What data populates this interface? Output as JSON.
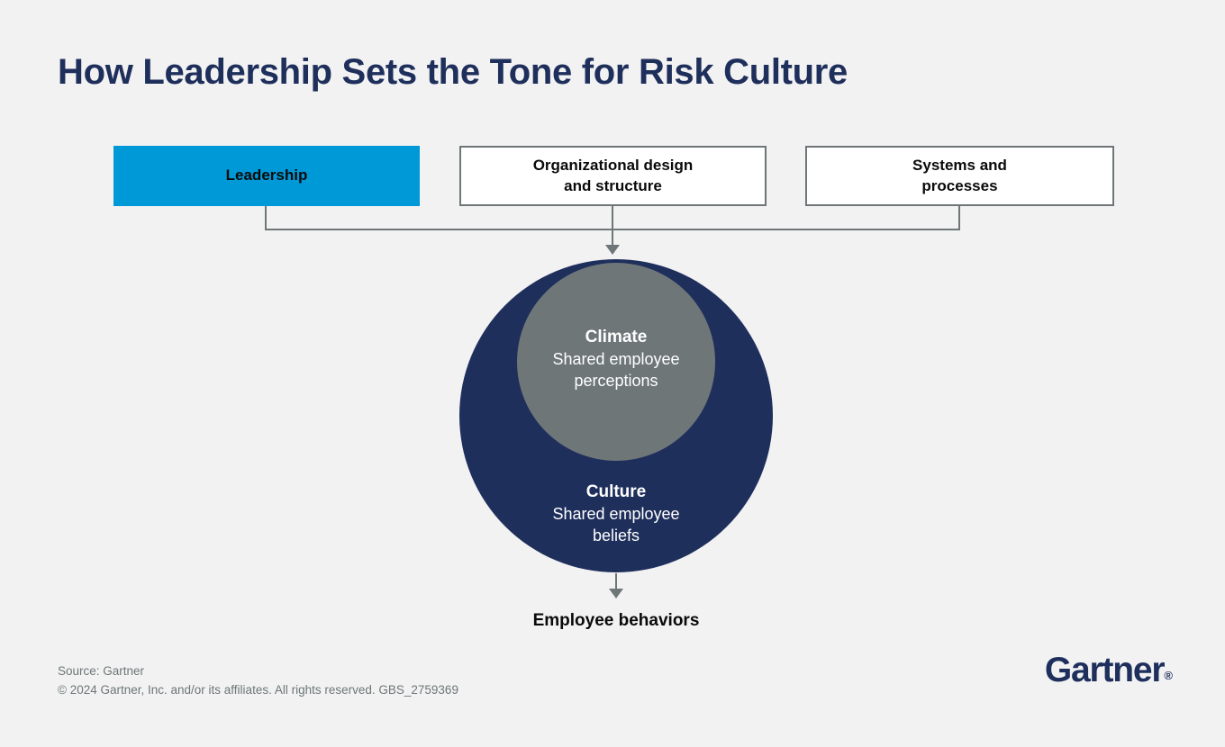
{
  "header": {
    "title": "How Leadership Sets the Tone for Risk Culture"
  },
  "drivers": [
    {
      "label": "Leadership",
      "style": "filled"
    },
    {
      "label": "Organizational design\nand structure",
      "line1": "Organizational design",
      "line2": "and structure",
      "style": "outlined"
    },
    {
      "label": "Systems and\nprocesses",
      "line1": "Systems and",
      "line2": "processes",
      "style": "outlined"
    }
  ],
  "circle": {
    "inner": {
      "title": "Climate",
      "description_line1": "Shared employee",
      "description_line2": "perceptions"
    },
    "outer": {
      "title": "Culture",
      "description_line1": "Shared employee",
      "description_line2": "beliefs"
    }
  },
  "outcome": {
    "label": "Employee behaviors"
  },
  "footer": {
    "source": "Source: Gartner",
    "copyright": "© 2024 Gartner, Inc. and/or its affiliates. All rights reserved. GBS_2759369",
    "logo_text": "Gartner",
    "logo_mark": "®"
  },
  "colors": {
    "background": "#f2f2f2",
    "navy": "#1f2f5c",
    "cyan": "#0099d8",
    "gray": "#6e7678",
    "white": "#ffffff",
    "text_dark": "#0a0a0a"
  }
}
